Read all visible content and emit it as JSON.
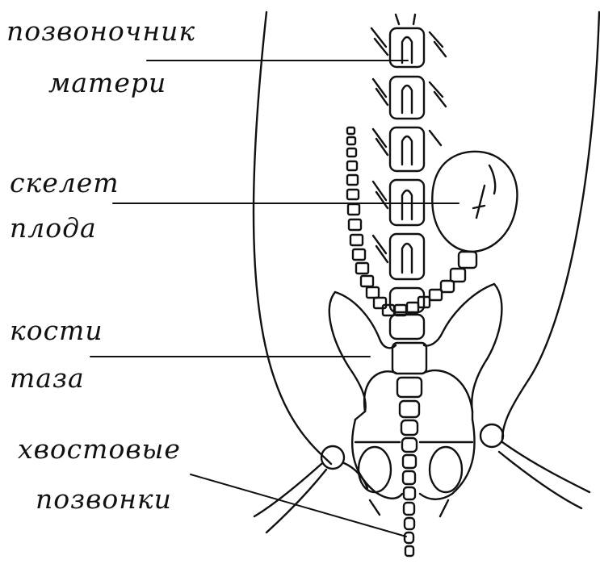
{
  "labels": {
    "mother_spine": {
      "line1": "позвоночник",
      "line2": "матери"
    },
    "fetus_skeleton": {
      "line1": "скелет",
      "line2": "плода"
    },
    "pelvic_bones": {
      "line1": "кости",
      "line2": "таза"
    },
    "tail_vertebrae": {
      "line1": "хвостовые",
      "line2": "позвонки"
    }
  },
  "colors": {
    "ink": "#111111",
    "background": "#ffffff"
  }
}
